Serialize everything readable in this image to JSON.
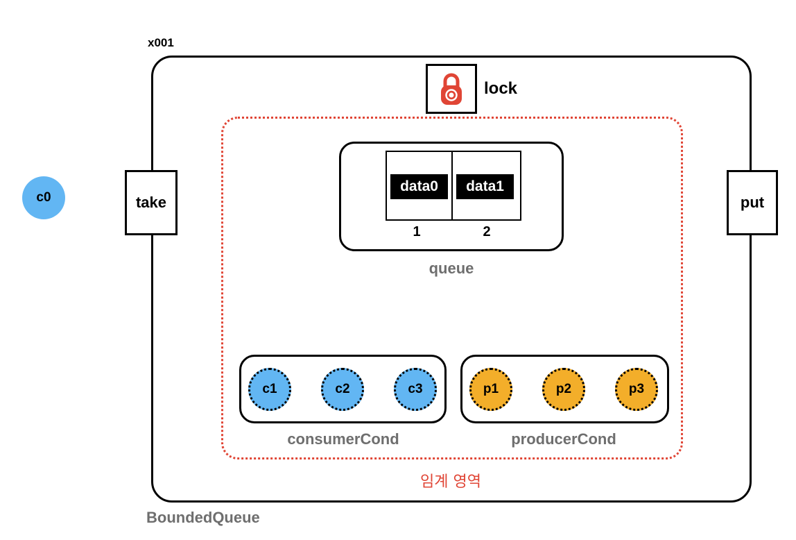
{
  "instance_address": "x001",
  "class_name": "BoundedQueue",
  "methods": {
    "take": "take",
    "put": "put"
  },
  "lock": {
    "label": "lock",
    "icon": "padlock-icon",
    "color": "#e04535"
  },
  "critical_section": {
    "label": "임계 영역",
    "color": "#e04535"
  },
  "queue": {
    "label": "queue",
    "slots": [
      {
        "value": "data0",
        "index": "1"
      },
      {
        "value": "data1",
        "index": "2"
      }
    ]
  },
  "consumer_cond": {
    "label": "consumerCond",
    "threads": [
      "c1",
      "c2",
      "c3"
    ],
    "color": "#62b6f3"
  },
  "producer_cond": {
    "label": "producerCond",
    "threads": [
      "p1",
      "p2",
      "p3"
    ],
    "color": "#f3ae2a"
  },
  "outside_thread": {
    "label": "c0",
    "color": "#62b6f3"
  }
}
